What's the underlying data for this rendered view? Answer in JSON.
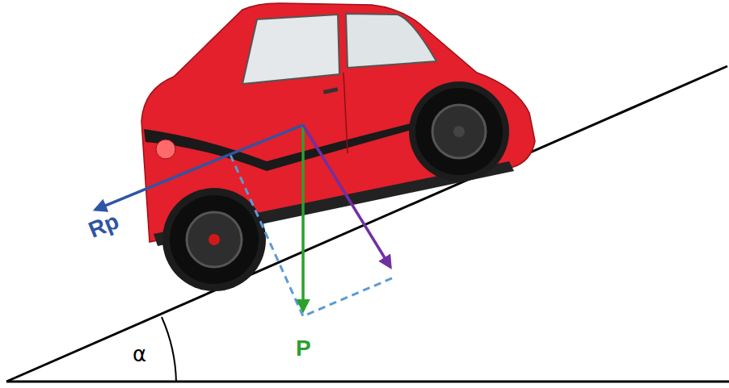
{
  "diagram": {
    "labels": [
      "Rp",
      "P",
      "α"
    ]
  }
}
